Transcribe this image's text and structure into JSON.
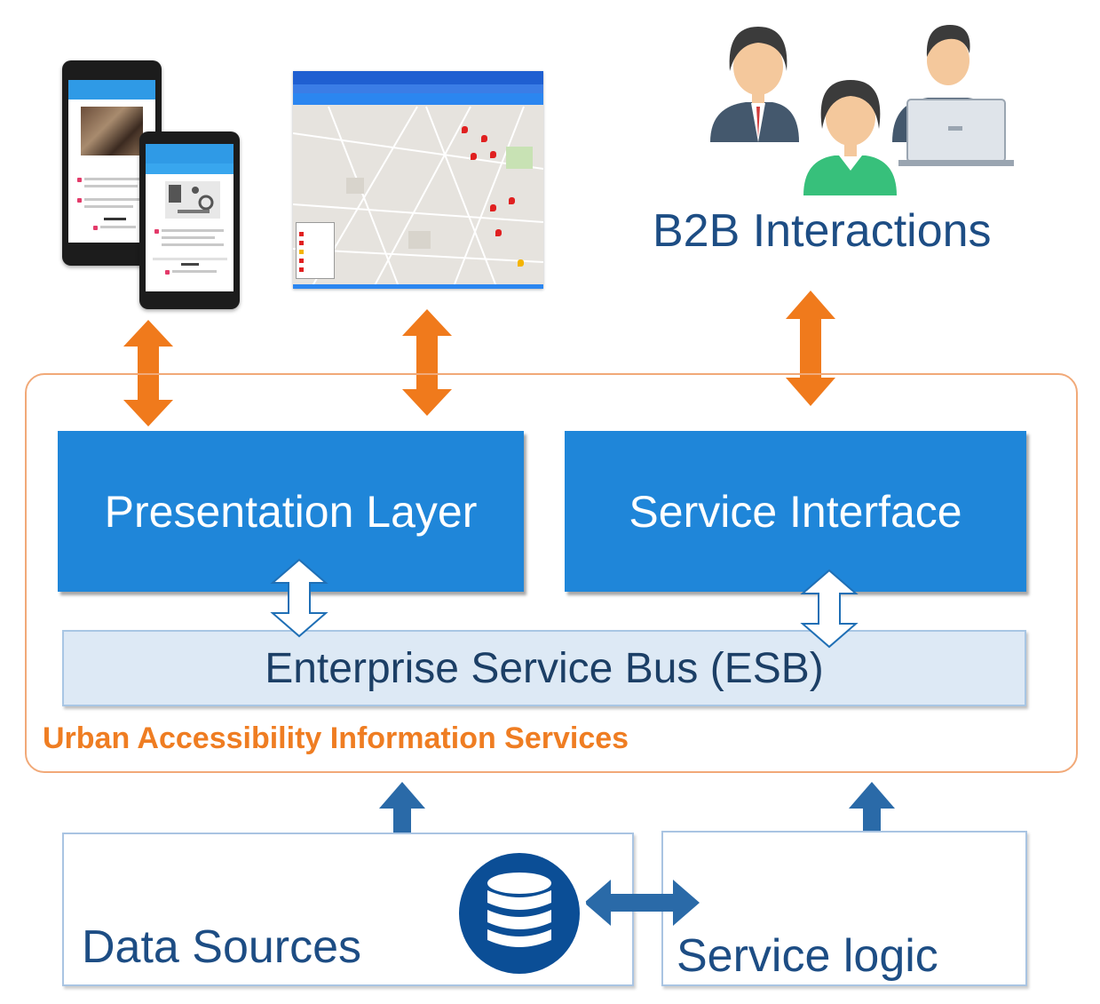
{
  "layers": {
    "presentation": "Presentation Layer",
    "service_interface": "Service Interface",
    "esb": "Enterprise Service Bus (ESB)"
  },
  "frame_title": "Urban Accessibility Information Services",
  "b2b_label": "B2B Interactions",
  "bottom": {
    "data_sources": "Data Sources",
    "service_logic": "Service logic"
  },
  "colors": {
    "orange_arrow": "#f07a1c",
    "blue_box": "#1f86d9",
    "dark_arrow": "#2a6aa8",
    "frame_border": "#f1a978",
    "frame_title": "#ef7d22",
    "text_dark_blue": "#1d4d84"
  },
  "icons": [
    "smartphone-icon",
    "map-screenshot-icon",
    "business-people-icon",
    "database-icon"
  ]
}
